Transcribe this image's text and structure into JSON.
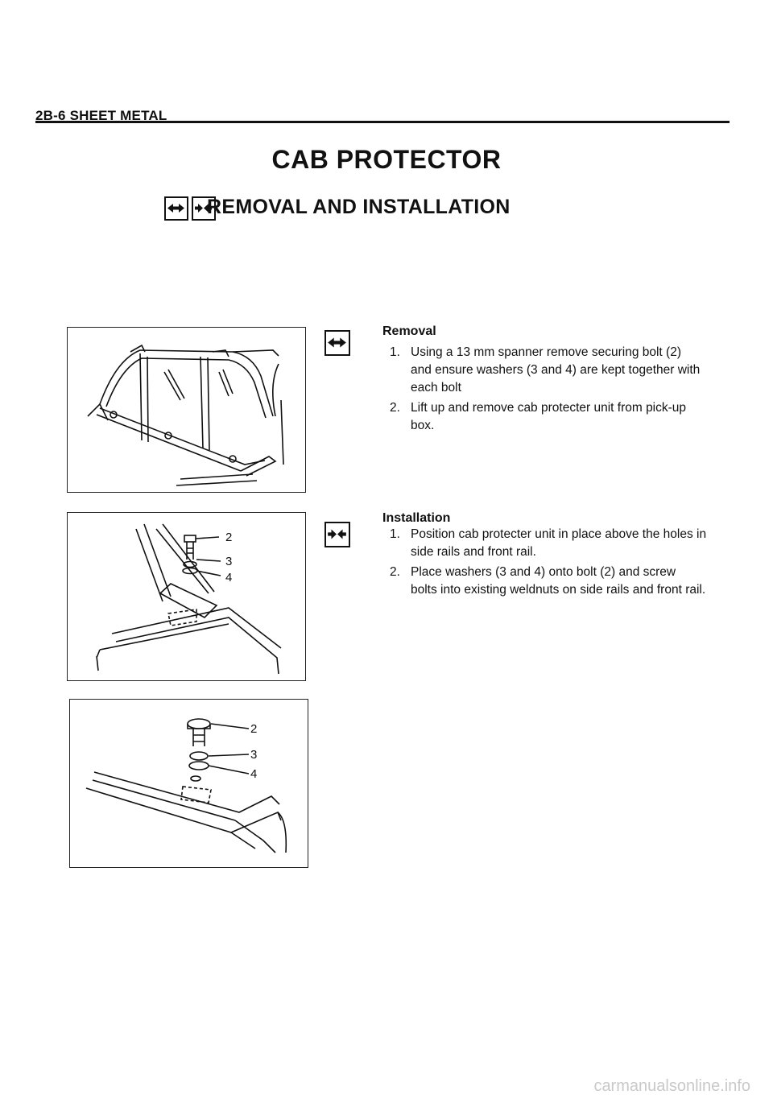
{
  "header": {
    "section_label": "2B-6 SHEET METAL"
  },
  "title": "CAB PROTECTOR",
  "subtitle": "REMOVAL AND INSTALLATION",
  "icons": {
    "removal": "removal-arrows-icon",
    "installation": "installation-arrows-icon"
  },
  "removal": {
    "heading": "Removal",
    "steps": [
      {
        "num": "1.",
        "lines": [
          "Using a 13 mm spanner remove securing bolt (2)",
          "and ensure washers (3 and 4) are kept together with",
          "each bolt"
        ]
      },
      {
        "num": "2.",
        "lines": [
          "Lift up and remove cab protecter unit from pick-up",
          "box."
        ]
      }
    ]
  },
  "installation": {
    "heading": "Installation",
    "steps": [
      {
        "num": "1.",
        "lines": [
          "Position cab protecter unit in place above the holes in",
          "side rails and front rail."
        ]
      },
      {
        "num": "2.",
        "lines": [
          "Place washers (3 and 4) onto bolt (2) and screw",
          "bolts into existing weldnuts on side rails and front rail."
        ]
      }
    ]
  },
  "figures": {
    "fig2_callouts": [
      "2",
      "3",
      "4"
    ],
    "fig3_callouts": [
      "2",
      "3",
      "4"
    ]
  },
  "watermark": "carmanualsonline.info"
}
